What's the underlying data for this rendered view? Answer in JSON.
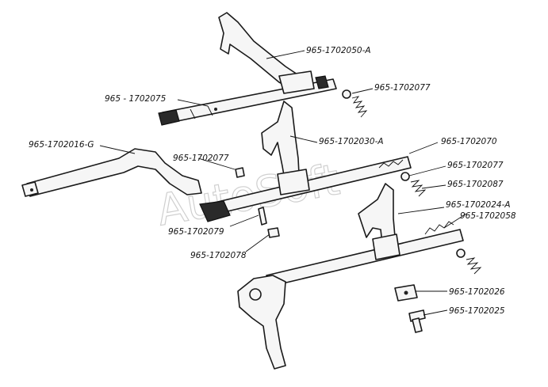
{
  "watermark": "AutoSoft",
  "labels": {
    "p1702050A": "965-1702050-A",
    "p1702075": "965 - 1702075",
    "p1702077_top": "965-1702077",
    "p1702016G": "965-1702016-G",
    "p1702077_mid": "965-1702077",
    "p1702030A": "965-1702030-A",
    "p1702070": "965-1702070",
    "p1702077_right": "965-1702077",
    "p1702087": "965-1702087",
    "p1702024A": "965-1702024-A",
    "p1702058": "965-1702058",
    "p1702079": "965-1702079",
    "p1702078": "965-1702078",
    "p1702026": "965-1702026",
    "p1702025": "965-1702025"
  }
}
